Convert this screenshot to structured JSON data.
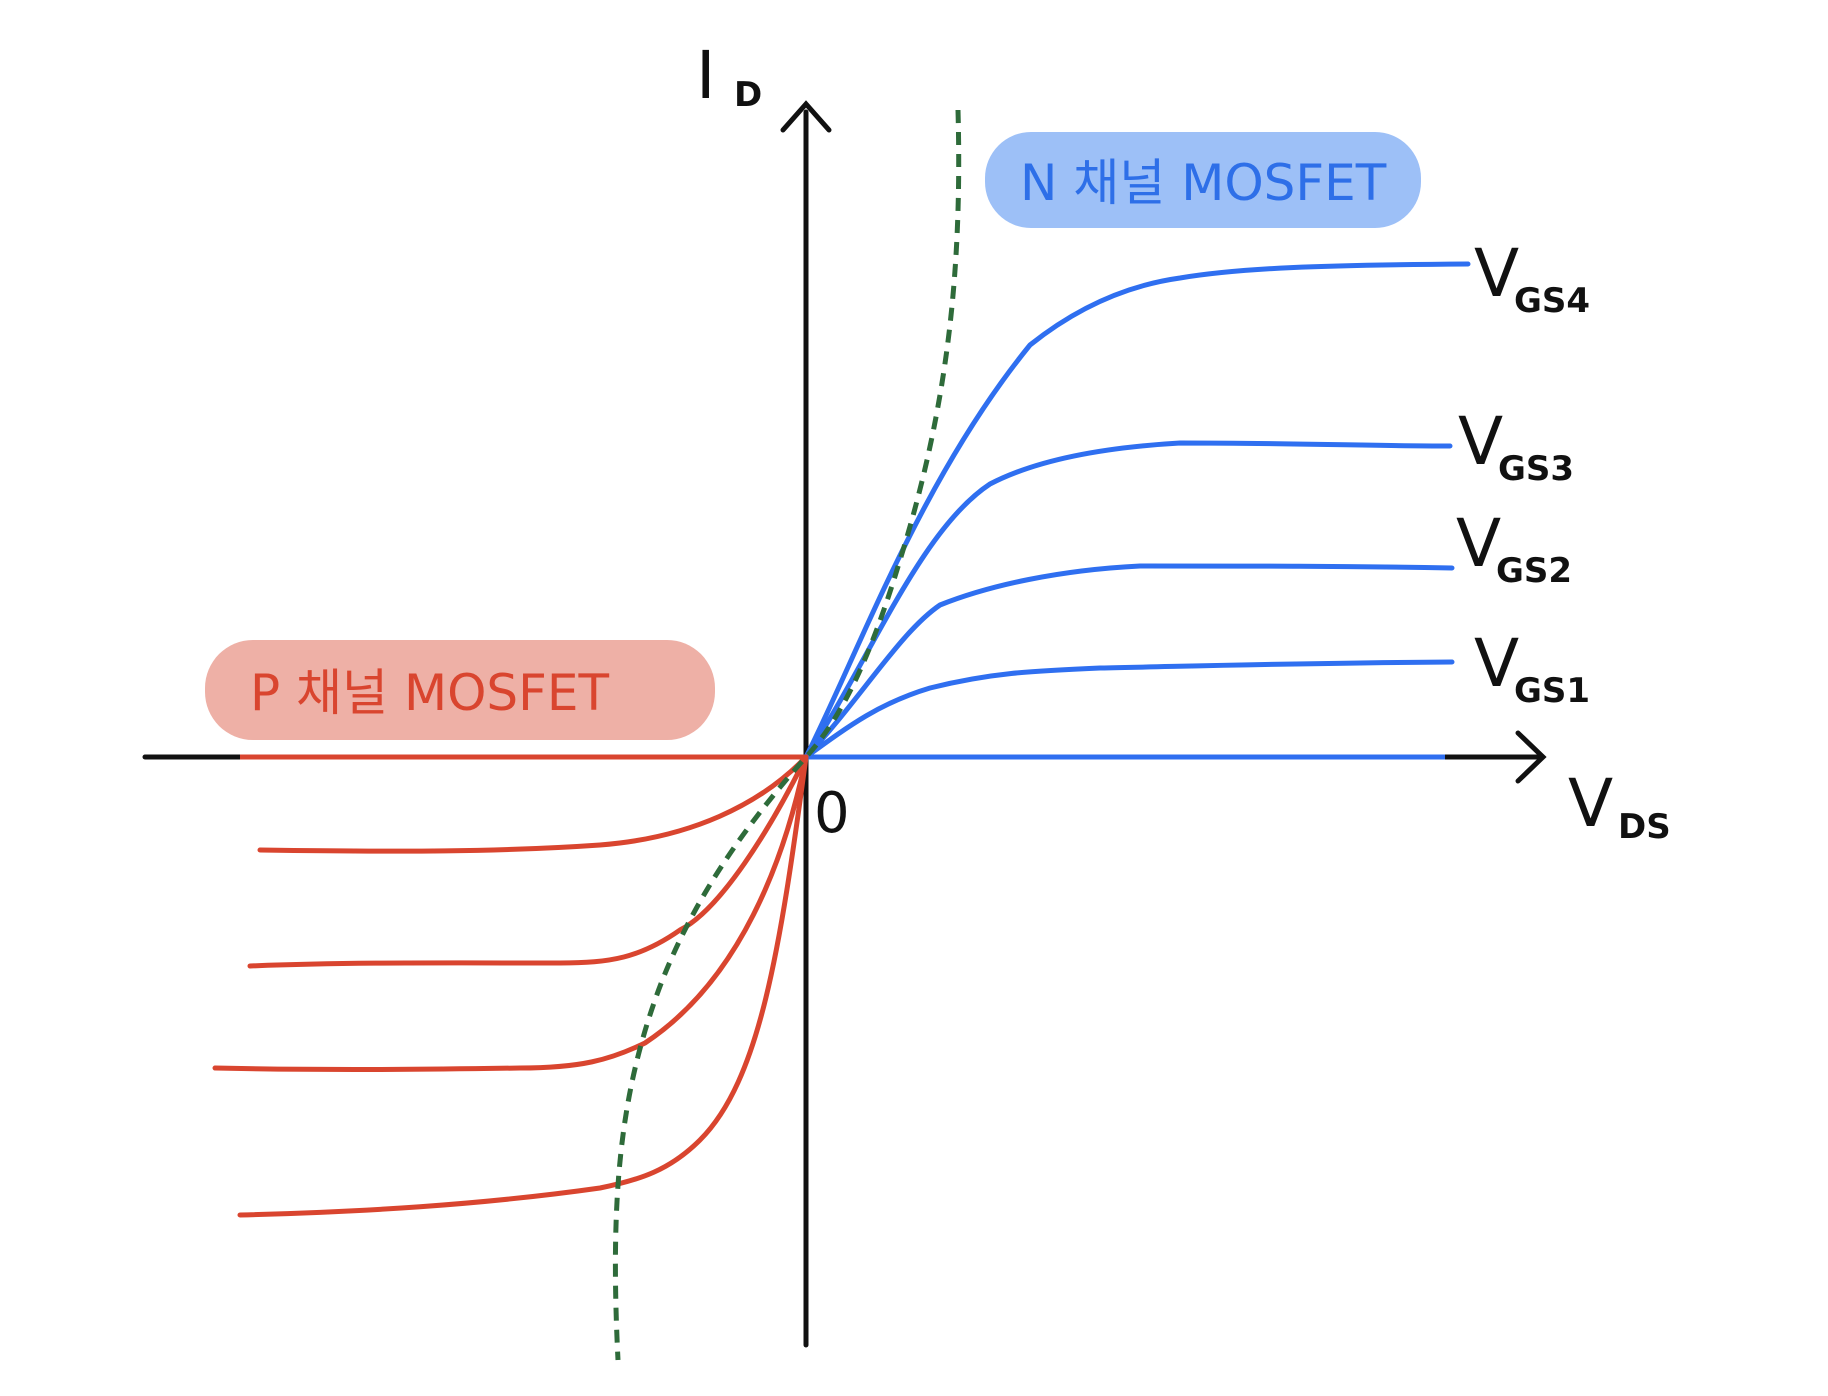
{
  "axes": {
    "y_label_main": "I",
    "y_label_sub": "D",
    "x_label_main": "V",
    "x_label_sub": "DS",
    "origin_label": "0"
  },
  "n_channel": {
    "label": "N 채널 MOSFET",
    "badge_color": "#9dc0f7",
    "text_color": "#2e6fe8",
    "curve_color": "#2f6ff0",
    "curves": [
      {
        "label_main": "V",
        "label_sub": "GS1"
      },
      {
        "label_main": "V",
        "label_sub": "GS2"
      },
      {
        "label_main": "V",
        "label_sub": "GS3"
      },
      {
        "label_main": "V",
        "label_sub": "GS4"
      }
    ]
  },
  "p_channel": {
    "label": "P 채널 MOSFET",
    "badge_color": "#eeb0a6",
    "text_color": "#d9452f",
    "curve_color": "#d9452f"
  },
  "boundary": {
    "color": "#2e6b3a",
    "style": "dashed"
  }
}
